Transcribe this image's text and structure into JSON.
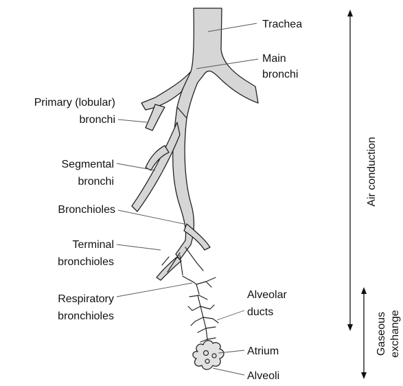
{
  "labels": {
    "trachea": "Trachea",
    "main_bronchi_1": "Main",
    "main_bronchi_2": "bronchi",
    "primary_bronchi_1": "Primary (lobular)",
    "primary_bronchi_2": "bronchi",
    "segmental_bronchi_1": "Segmental",
    "segmental_bronchi_2": "bronchi",
    "bronchioles": "Bronchioles",
    "terminal_bronchioles_1": "Terminal",
    "terminal_bronchioles_2": "bronchioles",
    "respiratory_bronchioles_1": "Respiratory",
    "respiratory_bronchioles_2": "bronchioles",
    "alveolar_ducts_1": "Alveolar",
    "alveolar_ducts_2": "ducts",
    "atrium": "Atrium",
    "alveoli": "Alveoli"
  },
  "zones": {
    "air_conduction": "Air conduction",
    "gaseous_exchange_1": "Gaseous",
    "gaseous_exchange_2": "exchange"
  }
}
